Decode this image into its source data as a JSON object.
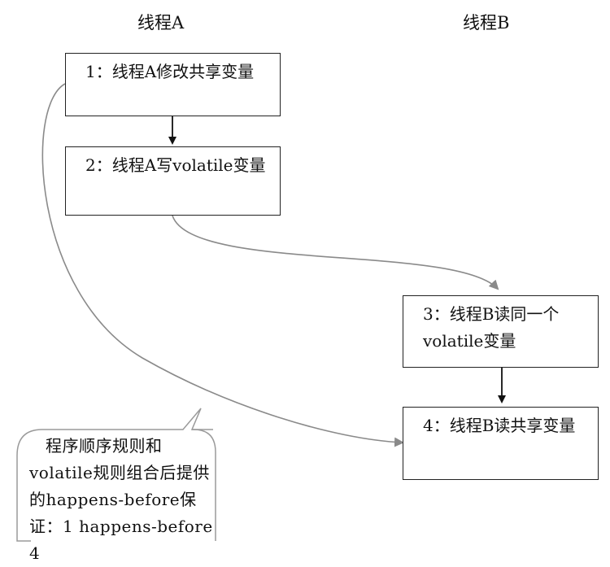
{
  "columns": {
    "thread_a": "线程A",
    "thread_b": "线程B"
  },
  "boxes": {
    "step1": "1：线程A修改共享变量",
    "step2": "2：线程A写volatile变量",
    "step3": "3：线程B读同一个volatile变量",
    "step4": "4：线程B读共享变量"
  },
  "callout": {
    "text": "程序顺序规则和volatile规则组合后提供的happens-before保证：1 happens-before 4"
  },
  "colors": {
    "box_border": "#222222",
    "solid_arrow": "#111111",
    "curve_arrow": "#8a8a8a",
    "callout_border": "#9a9a9a"
  }
}
